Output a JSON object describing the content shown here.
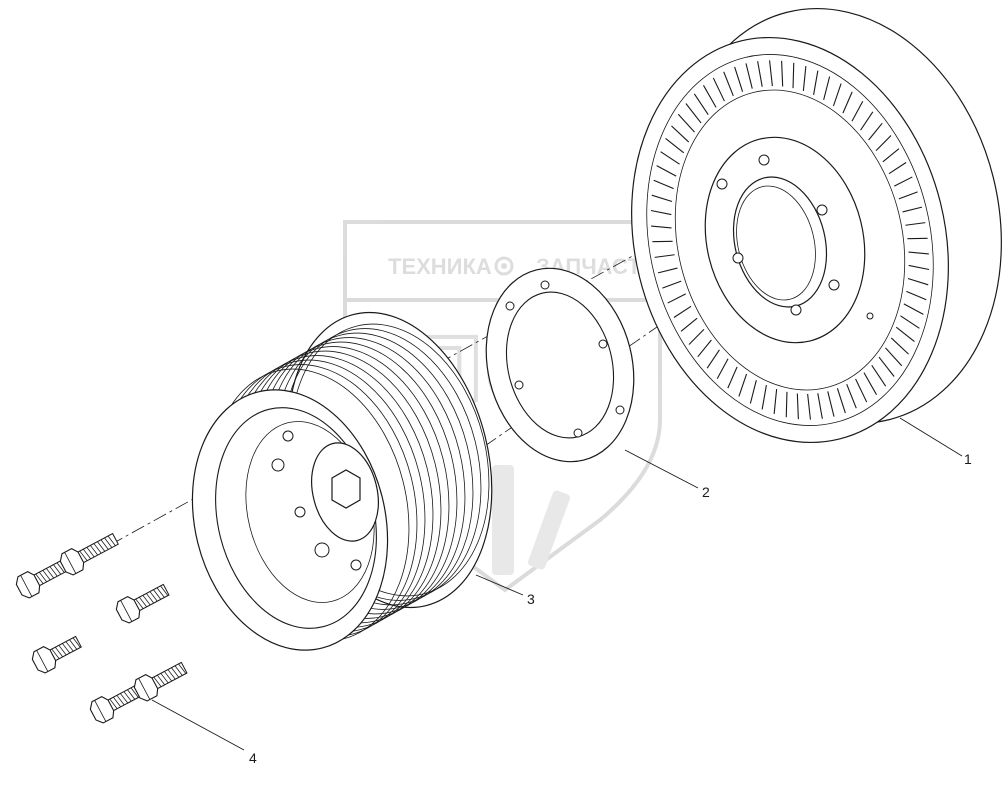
{
  "watermark": {
    "line1": "ТЕХНИКА",
    "line2": "ЗАПЧАСТИ",
    "logo_letters": "епф",
    "gear_icon": "gear-icon"
  },
  "callouts": [
    {
      "id": "part-1",
      "label": "1",
      "description_shown": false
    },
    {
      "id": "part-2",
      "label": "2",
      "description_shown": false
    },
    {
      "id": "part-3",
      "label": "3",
      "description_shown": false
    },
    {
      "id": "part-4",
      "label": "4",
      "description_shown": false
    }
  ],
  "colors": {
    "line": "#1a1a1a",
    "background": "#ffffff",
    "watermark": "#d8d8d8"
  }
}
